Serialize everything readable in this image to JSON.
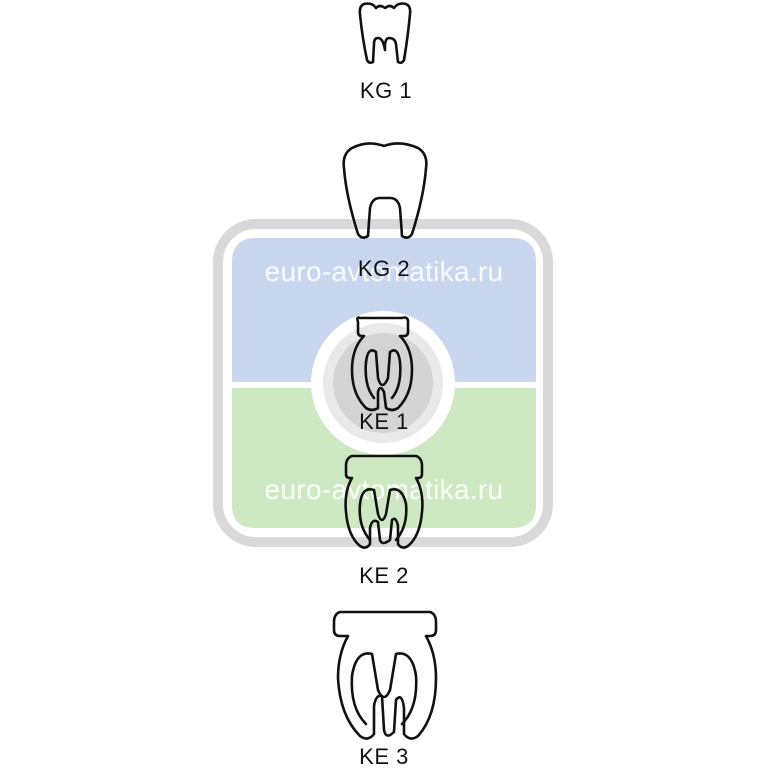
{
  "items": [
    {
      "label": "KG 1"
    },
    {
      "label": "KG 2"
    },
    {
      "label": "KE 1"
    },
    {
      "label": "KE 2"
    },
    {
      "label": "KE 3"
    }
  ],
  "watermark": {
    "text_top": "euro-avtomatika.ru",
    "text_bottom": "euro-avtomatika.ru",
    "colors": {
      "frame": "#d9d9d9",
      "top_fill": "#c8d6ee",
      "bottom_fill": "#cfe8c4",
      "center": "#d7d7d7"
    }
  },
  "colors": {
    "outline": "#111111"
  }
}
